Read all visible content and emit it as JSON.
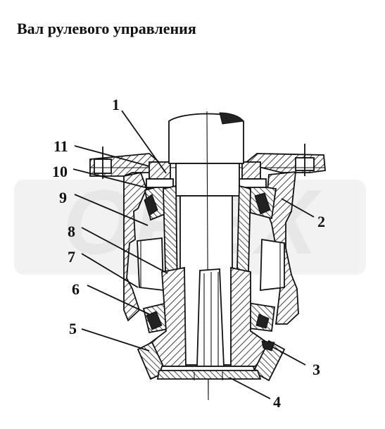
{
  "title": "Вал рулевого управления",
  "watermark": "OPEX",
  "colors": {
    "ink": "#111111",
    "watermark": "#e6e6e6",
    "background": "#ffffff"
  },
  "callouts": [
    "1",
    "2",
    "3",
    "4",
    "5",
    "6",
    "7",
    "8",
    "9",
    "10",
    "11"
  ]
}
